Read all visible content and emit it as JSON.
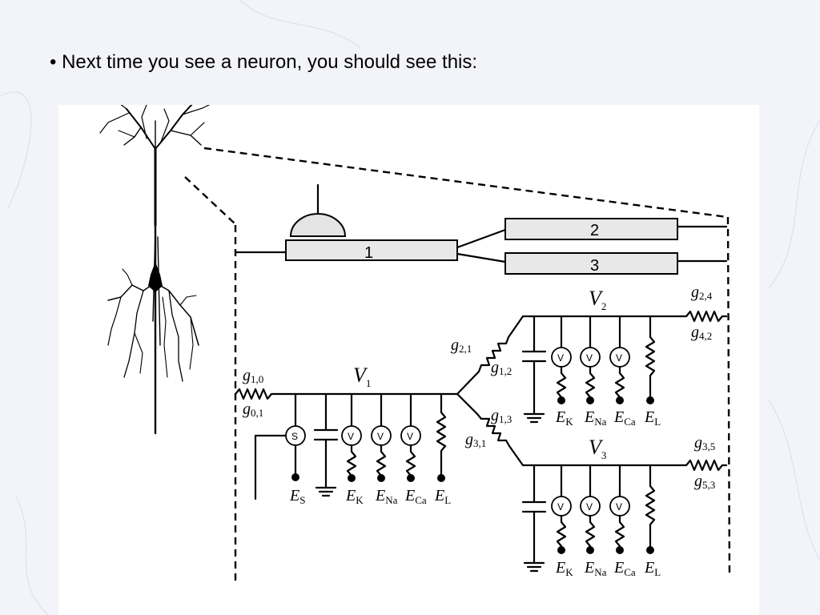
{
  "slide": {
    "bullet": "•",
    "title": "Next time you see a neuron, you should see this:"
  },
  "compartments": {
    "c1": "1",
    "c2": "2",
    "c3": "3"
  },
  "voltages": {
    "v1": {
      "main": "V",
      "sub": "1"
    },
    "v2": {
      "main": "V",
      "sub": "2"
    },
    "v3": {
      "main": "V",
      "sub": "3"
    }
  },
  "conductances": {
    "g10": {
      "main": "g",
      "sub": "1,0"
    },
    "g01": {
      "main": "g",
      "sub": "0,1"
    },
    "g21": {
      "main": "g",
      "sub": "2,1"
    },
    "g12": {
      "main": "g",
      "sub": "1,2"
    },
    "g13": {
      "main": "g",
      "sub": "1,3"
    },
    "g31": {
      "main": "g",
      "sub": "3,1"
    },
    "g24": {
      "main": "g",
      "sub": "2,4"
    },
    "g42": {
      "main": "g",
      "sub": "4,2"
    },
    "g35": {
      "main": "g",
      "sub": "3,5"
    },
    "g53": {
      "main": "g",
      "sub": "5,3"
    }
  },
  "sources": {
    "synaptic": "S",
    "voltage_gated": "V"
  },
  "reversal_potentials": {
    "es": {
      "main": "E",
      "sub": "S"
    },
    "ek": {
      "main": "E",
      "sub": "K"
    },
    "ena": {
      "main": "E",
      "sub": "Na"
    },
    "eca": {
      "main": "E",
      "sub": "Ca"
    },
    "el": {
      "main": "E",
      "sub": "L"
    }
  }
}
